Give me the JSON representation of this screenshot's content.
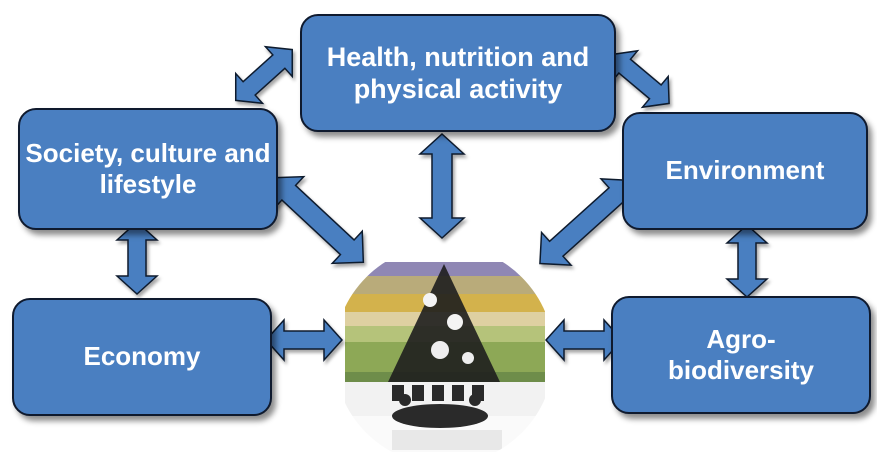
{
  "diagram": {
    "nodes": {
      "health": "Health, nutrition and physical activity",
      "society": "Society, culture and lifestyle",
      "environment": "Environment",
      "economy": "Economy",
      "agro": "Agro-\nbiodiversity"
    },
    "center_image": "mediterranean-diet-pyramid",
    "colors": {
      "box_fill": "#4a7fc1",
      "box_border": "#0f1a2e",
      "arrow_fill": "#4a7fc1"
    }
  }
}
